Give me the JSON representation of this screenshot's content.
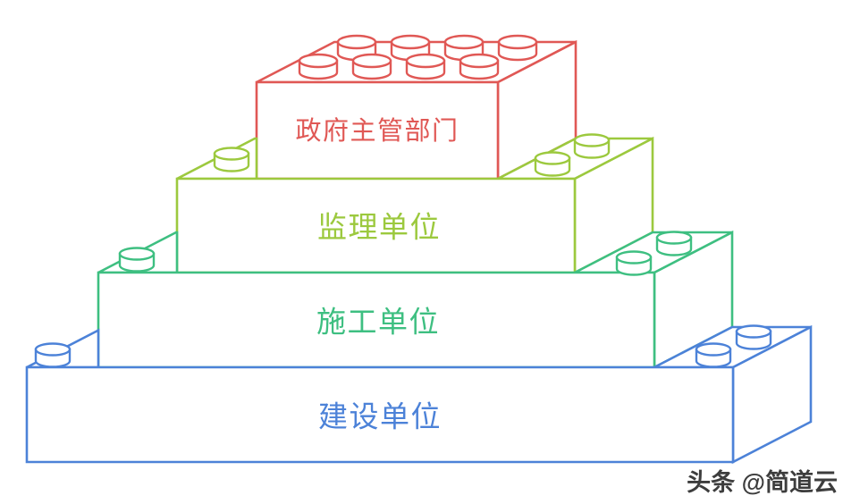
{
  "diagram": {
    "type": "lego-stack-hierarchy",
    "background_color": "#FFFFFF",
    "bricks": [
      {
        "level": 1,
        "label": "政府主管部门",
        "color": "#E05855"
      },
      {
        "level": 2,
        "label": "监理单位",
        "color": "#9CC93E"
      },
      {
        "level": 3,
        "label": "施工单位",
        "color": "#3EBF81"
      },
      {
        "level": 4,
        "label": "建设单位",
        "color": "#4C82D8"
      }
    ],
    "watermark": {
      "text": "头条 @简道云",
      "color": "#3D3D3D",
      "outline_color": "#FFFFFF"
    }
  }
}
